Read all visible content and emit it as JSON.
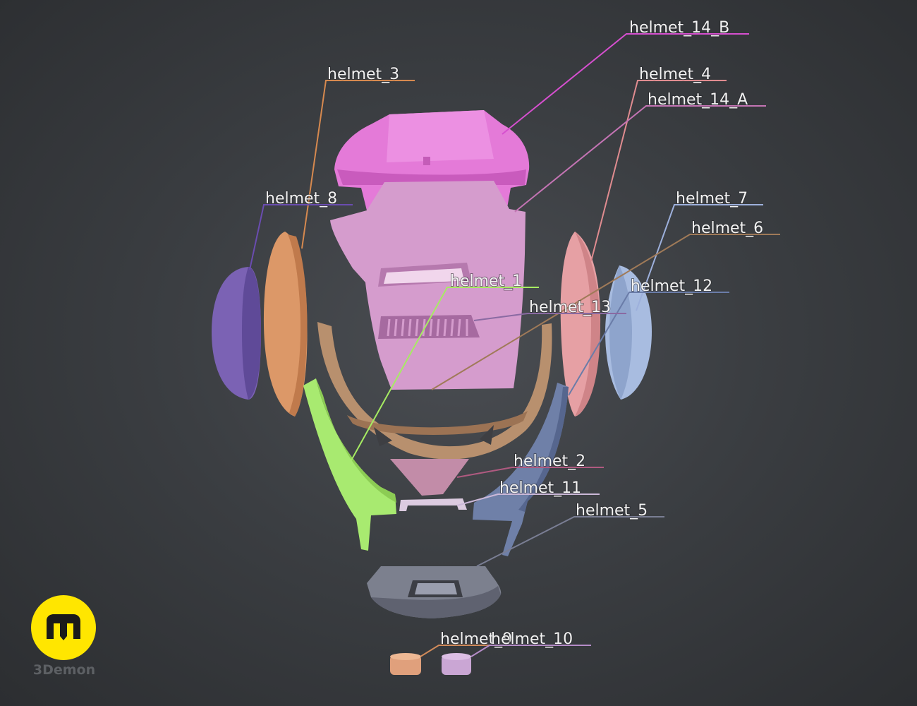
{
  "labels": {
    "helmet_14_B": "helmet_14_B",
    "helmet_3": "helmet_3",
    "helmet_4": "helmet_4",
    "helmet_14_A": "helmet_14_A",
    "helmet_8": "helmet_8",
    "helmet_7": "helmet_7",
    "helmet_6": "helmet_6",
    "helmet_1": "helmet_1",
    "helmet_12": "helmet_12",
    "helmet_13": "helmet_13",
    "helmet_2": "helmet_2",
    "helmet_11": "helmet_11",
    "helmet_5": "helmet_5",
    "helmet_9": "helmet_9",
    "helmet_10": "helmet_10"
  },
  "brand": {
    "name": "3Demon"
  },
  "colors": {
    "background": "#3b3e42",
    "helmet_14_B": "#e07ad6",
    "helmet_14_A": "#d9a0d4",
    "helmet_1": "#a6e870",
    "helmet_2": "#c08ba6",
    "helmet_3": "#dd9a6a",
    "helmet_4": "#e6a0a6",
    "helmet_5": "#7a7e8c",
    "helmet_6": "#b08a6a",
    "helmet_7": "#a6b8e0",
    "helmet_8": "#8066b8",
    "helmet_9": "#e0a07a",
    "helmet_10": "#c8a6d4",
    "helmet_11": "#d8c8dc",
    "helmet_12": "#6a7ca6",
    "helmet_13": "#8a6ea0",
    "logo": "#ffe600"
  }
}
